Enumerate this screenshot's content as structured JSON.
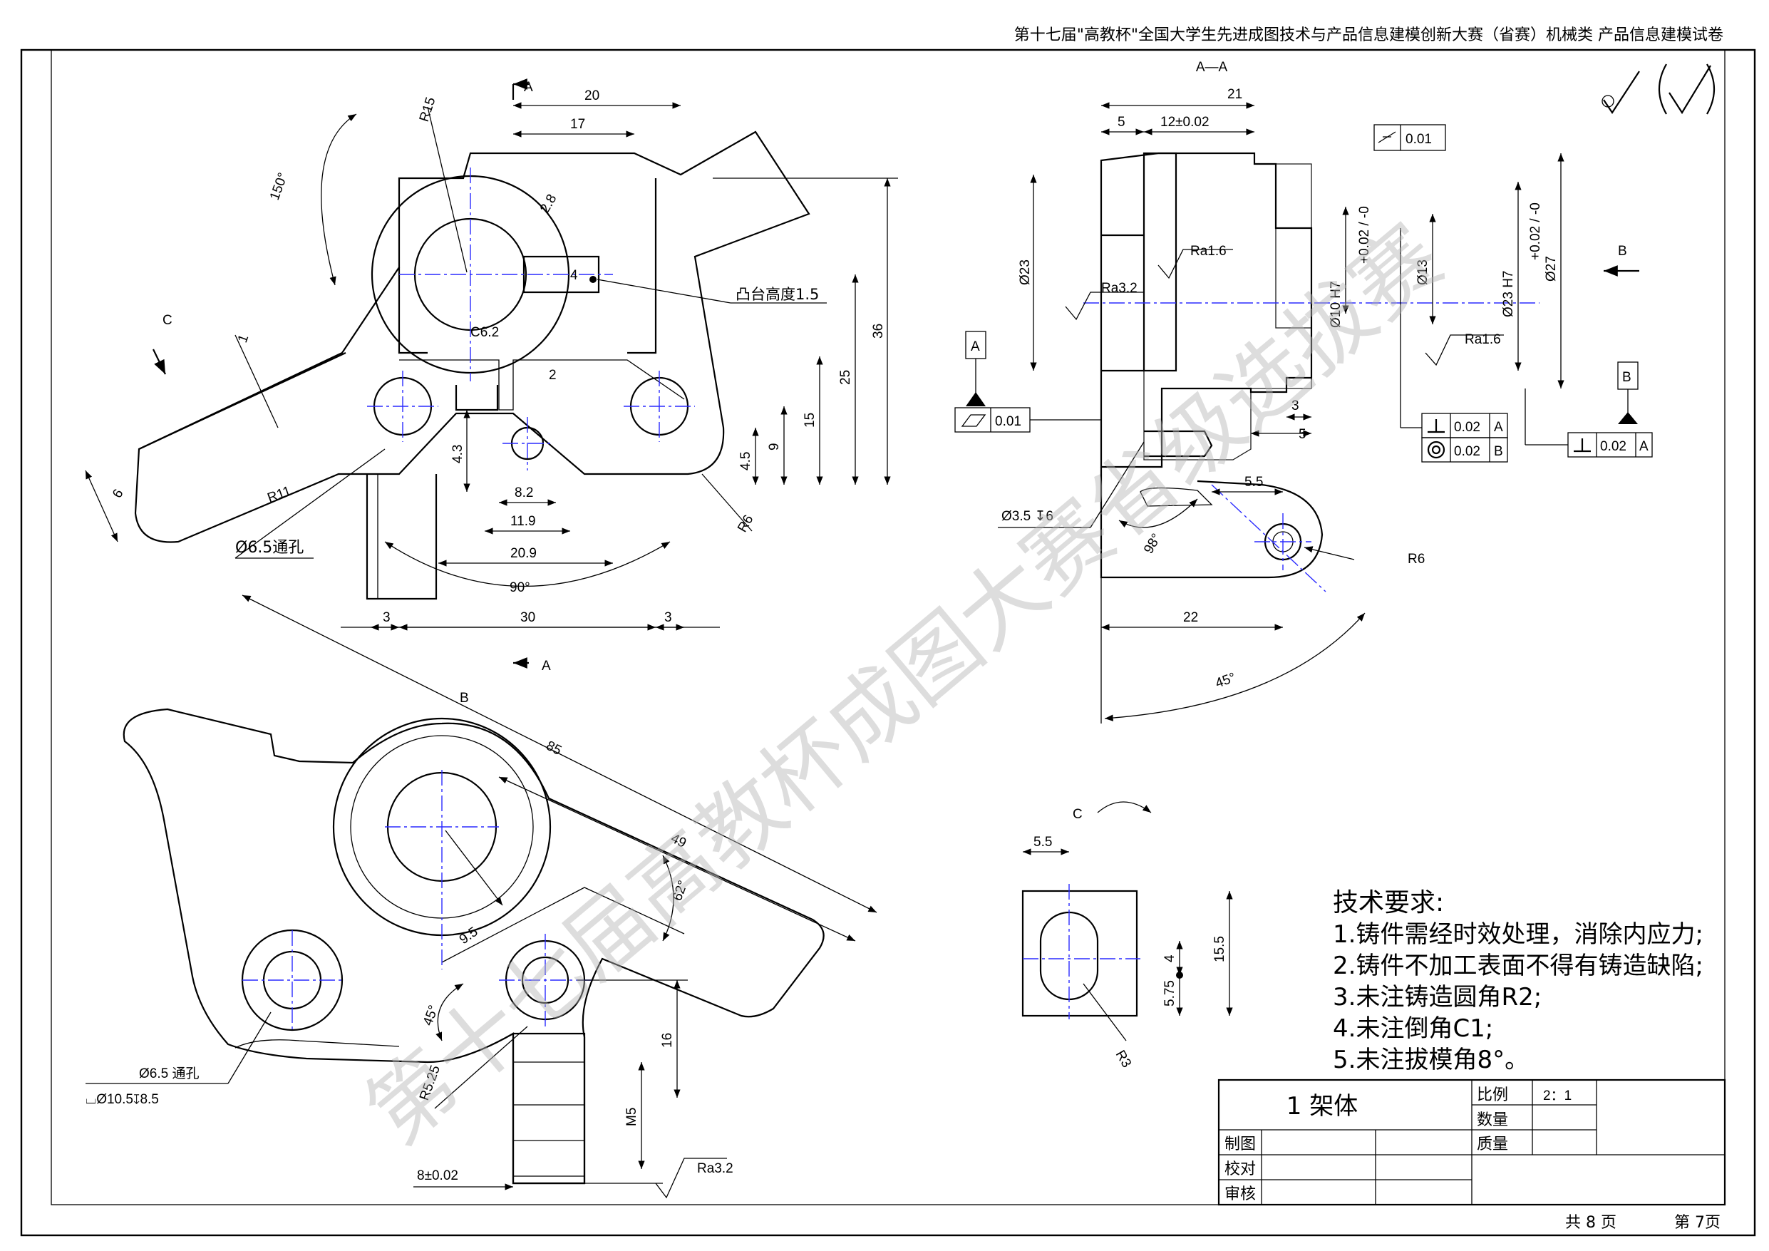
{
  "header": {
    "title": "第十七届\"高教杯\"全国大学生先进成图技术与产品信息建模创新大赛（省赛）机械类 产品信息建模试卷"
  },
  "watermark": "第十七届高教杯成图大赛省级选拔赛",
  "views": {
    "section_marks": {
      "a": "A",
      "b": "B",
      "c": "C",
      "aa": "A—A"
    },
    "main": {
      "angle_150": "150°",
      "r15": "R15",
      "d20": "20",
      "d17": "17",
      "d28": "2.8",
      "d4": "4",
      "boss": "凸台高度1.5",
      "c62": "C6.2",
      "d2": "2",
      "d36": "36",
      "d25": "25",
      "d15": "15",
      "d9": "9",
      "d45": "4.5",
      "d43": "4.3",
      "d82": "8.2",
      "d119": "11.9",
      "d209": "20.9",
      "r11": "R11",
      "r6": "R6",
      "d1": "1",
      "d6": "6",
      "hole": "Ø6.5通孔",
      "ang90": "90°",
      "d3a": "3",
      "d30": "30",
      "d3b": "3"
    },
    "section": {
      "d21": "21",
      "d5": "5",
      "d12": "12±0.02",
      "flat": "0.01",
      "ra16a": "Ra1.6",
      "ra32": "Ra3.2",
      "d23": "Ø23",
      "d10": "Ø10 H7",
      "tol10": "+0.02 / -0",
      "d13": "Ø13",
      "d23h": "Ø23 H7",
      "tol23": "+0.02 / -0",
      "d27": "Ø27",
      "ra16b": "Ra1.6",
      "datumA": "A",
      "datumB": "B",
      "flat2": "0.01",
      "perp1": "0.02",
      "perp1ref": "A",
      "conc": "0.02",
      "concref": "B",
      "perp2": "0.02",
      "perp2ref": "A",
      "d3": "3",
      "d5b": "5",
      "d55": "5.5",
      "hole35": "Ø3.5 ↧6",
      "ang98": "98°",
      "r6": "R6",
      "d22": "22",
      "ang45": "45°"
    },
    "bview": {
      "d85": "85",
      "d49": "49",
      "ang62": "62°",
      "d95": "9.5",
      "ang45": "45°",
      "r525": "R5.25",
      "d16": "16",
      "m5": "M5",
      "ra32": "Ra3.2",
      "d8": "8±0.02",
      "note1": "Ø6.5 通孔",
      "note2": "⌴Ø10.5↧8.5"
    },
    "cview": {
      "d55": "5.5",
      "d155": "15.5",
      "d4": "4",
      "d575": "5.75",
      "r3": "R3"
    }
  },
  "requirements": {
    "title": "技术要求:",
    "items": [
      "1.铸件需经时效处理，消除内应力;",
      "2.铸件不加工表面不得有铸造缺陷;",
      "3.未注铸造圆角R2;",
      "4.未注倒角C1;",
      "5.未注拔模角8°。"
    ]
  },
  "title_block": {
    "part": "1 架体",
    "scale_label": "比例",
    "scale": "2：1",
    "qty_label": "数量",
    "mass_label": "质量",
    "drawn": "制图",
    "checked": "校对",
    "approved": "审核"
  },
  "footer": {
    "total": "共 8 页",
    "page": "第 7页"
  }
}
